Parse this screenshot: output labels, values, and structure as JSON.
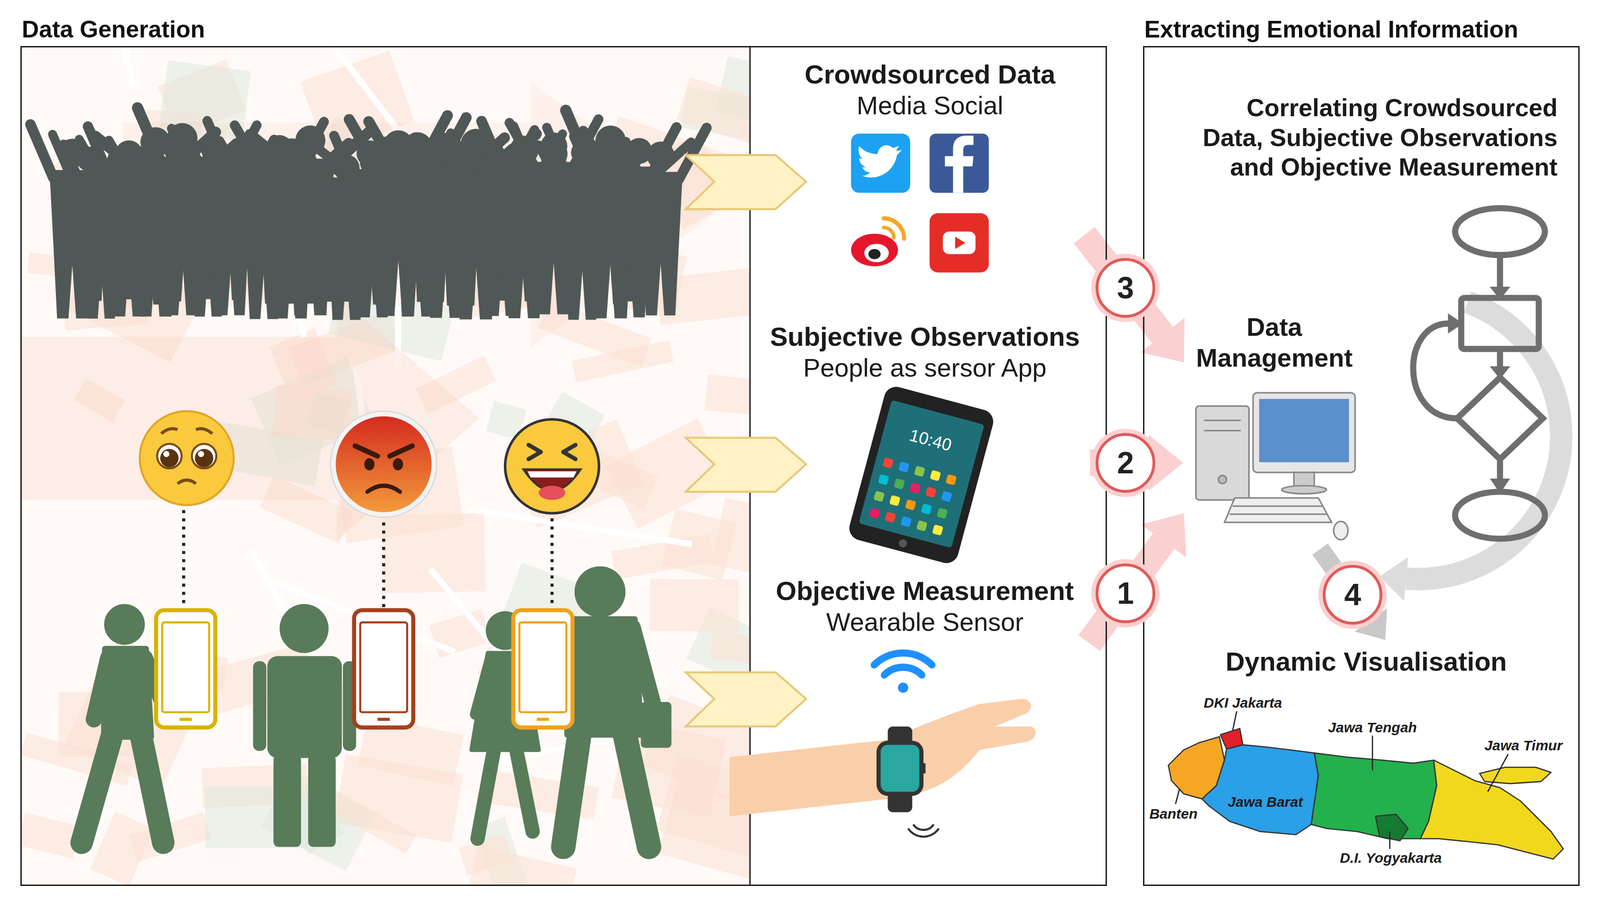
{
  "diagram": {
    "nodes": [
      {
        "text": [
          "Data Generation"
        ]
      },
      {
        "text": [
          "Crowdsourced Data",
          "Media Social"
        ],
        "in": 0
      },
      {
        "text": [
          "Subjective Observations",
          "People as sersor App"
        ],
        "in": 0
      },
      {
        "text": [
          "Objective Measurement",
          "Wearable Sensor"
        ],
        "in": 0
      },
      {
        "text": [
          "Extracting Emotional Information"
        ]
      },
      {
        "text": [
          "Correlating Crowdsourced Data, Subjective Observations and Objective Measurement"
        ],
        "in": 4
      },
      {
        "text": [
          "Data Management"
        ],
        "in": 4
      },
      {
        "text": [
          "Dynamic Visualisation"
        ],
        "in": 4
      }
    ],
    "edges": [
      {
        "from": 1,
        "to": 6,
        "arrow": "to",
        "label": "3"
      },
      {
        "from": 2,
        "to": 6,
        "arrow": "to",
        "label": "2"
      },
      {
        "from": 3,
        "to": 6,
        "arrow": "to",
        "label": "1"
      },
      {
        "from": 6,
        "to": 7,
        "arrow": "to",
        "label": "4"
      }
    ],
    "labels": [
      "10:40",
      "DKI Jakarta",
      "Jawa Tengah",
      "Jawa Timur",
      "Banten",
      "Jawa Barat",
      "D.I. Yogyakarta"
    ]
  }
}
